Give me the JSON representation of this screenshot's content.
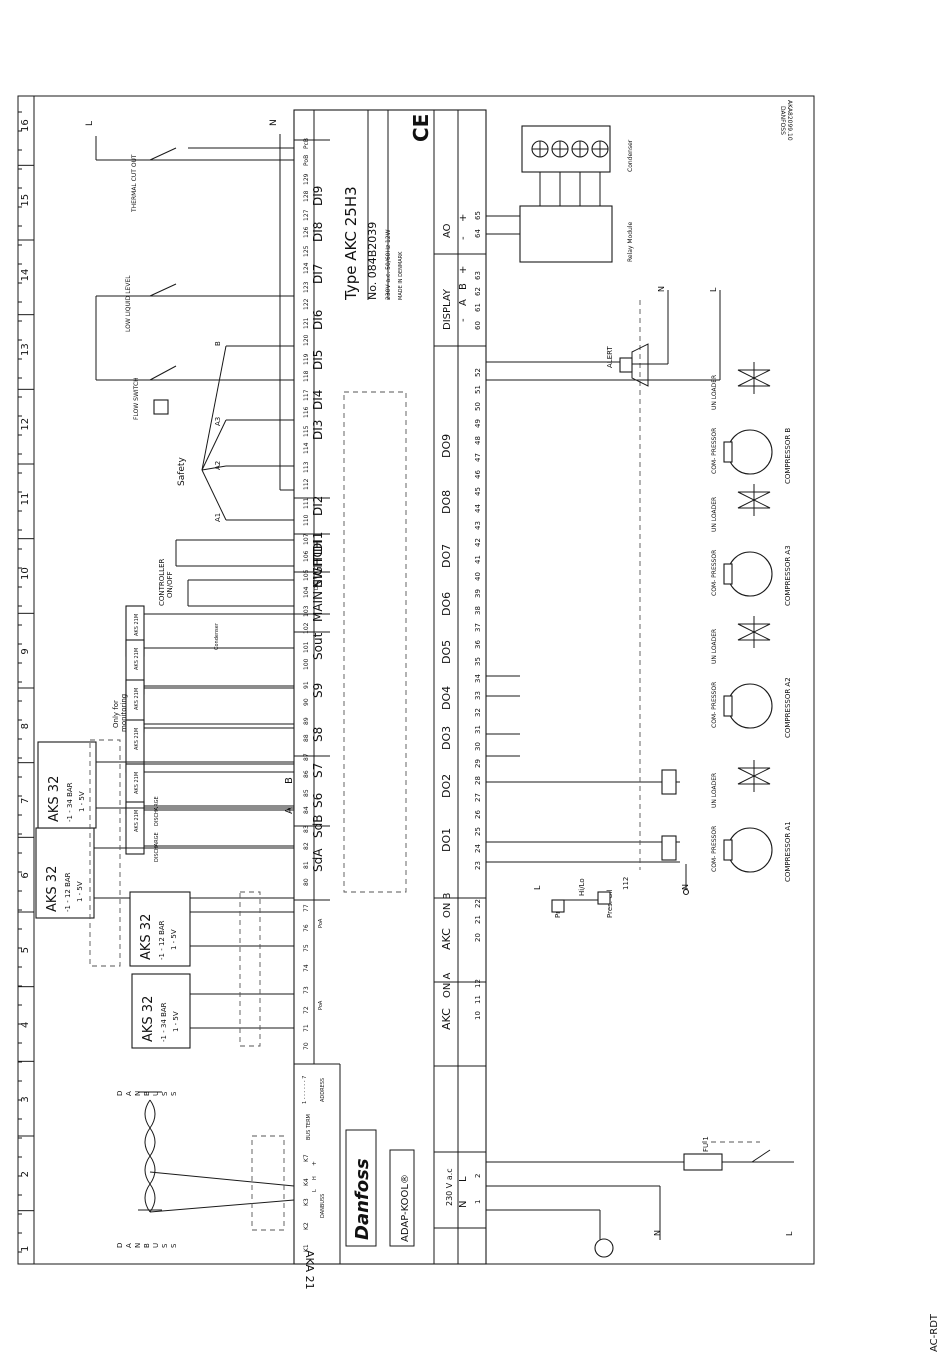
{
  "diagram": {
    "grid_numbers": [
      "1",
      "2",
      "3",
      "4",
      "5",
      "6",
      "7",
      "8",
      "9",
      "10",
      "11",
      "12",
      "13",
      "14",
      "15",
      "16"
    ],
    "drawing_no": "AKA82099.10",
    "company": "DANFOSS",
    "side_code": "AC-RDT",
    "controller": {
      "type": "Type AKC 25H3",
      "number": "No. 084B2039",
      "supply": "230V a.c. 50/60Hz 12W",
      "made_in": "MADE IN DENMARK",
      "ce_mark": "CE",
      "brand": "Danfoss",
      "network": "ADAP-KOOL®",
      "aka": "AKA 21"
    },
    "top_labels": [
      "K1",
      "K2",
      "K3",
      "K4",
      "K7",
      "L",
      "H",
      "+",
      "DANBUSS",
      "BUS TERM",
      "ADDRESS",
      "1 - - - - - - 7",
      "70",
      "71",
      "72",
      "73",
      "74",
      "75",
      "76",
      "77",
      "PoA",
      "PoA",
      "80",
      "81",
      "82",
      "83",
      "84",
      "85",
      "86",
      "87",
      "88",
      "89",
      "90",
      "91",
      "100",
      "101",
      "102",
      "103",
      "104",
      "105",
      "106",
      "107",
      "110",
      "111",
      "112",
      "113",
      "114",
      "115",
      "116",
      "117",
      "118",
      "119",
      "120",
      "121",
      "122",
      "123",
      "124",
      "125",
      "126",
      "127",
      "128",
      "129",
      "PoB",
      "PcB",
      "SdA",
      "SdB",
      "S6",
      "S7",
      "S8",
      "S9",
      "Sout",
      "MAIN SWITCH",
      "NIGHT",
      "DI1",
      "DI2",
      "DI3",
      "DI4",
      "DI5",
      "DI6",
      "DI7",
      "DI8",
      "DI9"
    ],
    "bottom_labels": [
      "230 V a.c",
      "N",
      "L",
      "1",
      "2",
      "AKC",
      "ON A",
      "10",
      "11",
      "12",
      "AKC",
      "ON B",
      "20",
      "21",
      "22",
      "DO1",
      "DO2",
      "DO3",
      "DO4",
      "DO5",
      "DO6",
      "DO7",
      "DO8",
      "DO9",
      "23",
      "24",
      "25",
      "26",
      "27",
      "28",
      "29",
      "30",
      "31",
      "32",
      "33",
      "34",
      "35",
      "36",
      "37",
      "38",
      "39",
      "40",
      "41",
      "42",
      "43",
      "44",
      "45",
      "46",
      "47",
      "48",
      "49",
      "50",
      "51",
      "52",
      "DISPLAY",
      "-",
      "A",
      "B",
      "+",
      "60",
      "61",
      "62",
      "63",
      "AO",
      "-",
      "+",
      "64",
      "65"
    ],
    "sensors": [
      {
        "name": "AKS 32",
        "range": "-1 - 12 BAR",
        "signal": "1 - 5V"
      },
      {
        "name": "AKS 32",
        "range": "-1 - 34 BAR",
        "signal": "1 - 5V"
      },
      {
        "name": "AKS 32",
        "range": "-1 - 12 BAR",
        "signal": "1 - 5V"
      },
      {
        "name": "AKS 32",
        "range": "-1 - 34 BAR",
        "signal": "1 - 5V"
      }
    ],
    "aks21_label": "AKS 21M",
    "discharge": "DISCHARGE",
    "condenser_word": "Condenser",
    "top_annotations": {
      "danbuss_left": "DANBUSS",
      "danbuss_right": "DANBUSS",
      "only_for": "Only for",
      "monitoring": "monitoring",
      "controller": "CONTROLLER",
      "on_off": "ON/OFF",
      "safety": "Safety",
      "a1": "A1",
      "a2": "A2",
      "a3": "A3",
      "b": "B",
      "a": "A",
      "bb": "B",
      "flow_switch": "FLOW SWITCH",
      "low_liquid": "LOW LIQUID LEVEL",
      "thermal": "THERMAL CUT OUT",
      "L": "L",
      "N": "N"
    },
    "bottom_annotations": {
      "pres": "Pres.",
      "hilo": "Hi/Lo",
      "pres_oil": "Pres. Oil",
      "n112": "112",
      "alert": "ALERT",
      "relay_module": "Relay Module",
      "condenser": "Condenser",
      "fu": "FU 1",
      "L": "L",
      "N": "N"
    },
    "compressors": [
      {
        "label": "COMPRESSOR A1",
        "com": "COM- PRESSOR",
        "unl": "UN LOADER"
      },
      {
        "label": "COMPRESSOR A2",
        "com": "COM- PRESSOR",
        "unl": "UN LOADER"
      },
      {
        "label": "COMPRESSOR A3",
        "com": "COM- PRESSOR",
        "unl": "UN LOADER"
      },
      {
        "label": "COMPRESSOR B",
        "com": "COM- PRESSOR",
        "unl": "UN LOADER"
      }
    ]
  }
}
